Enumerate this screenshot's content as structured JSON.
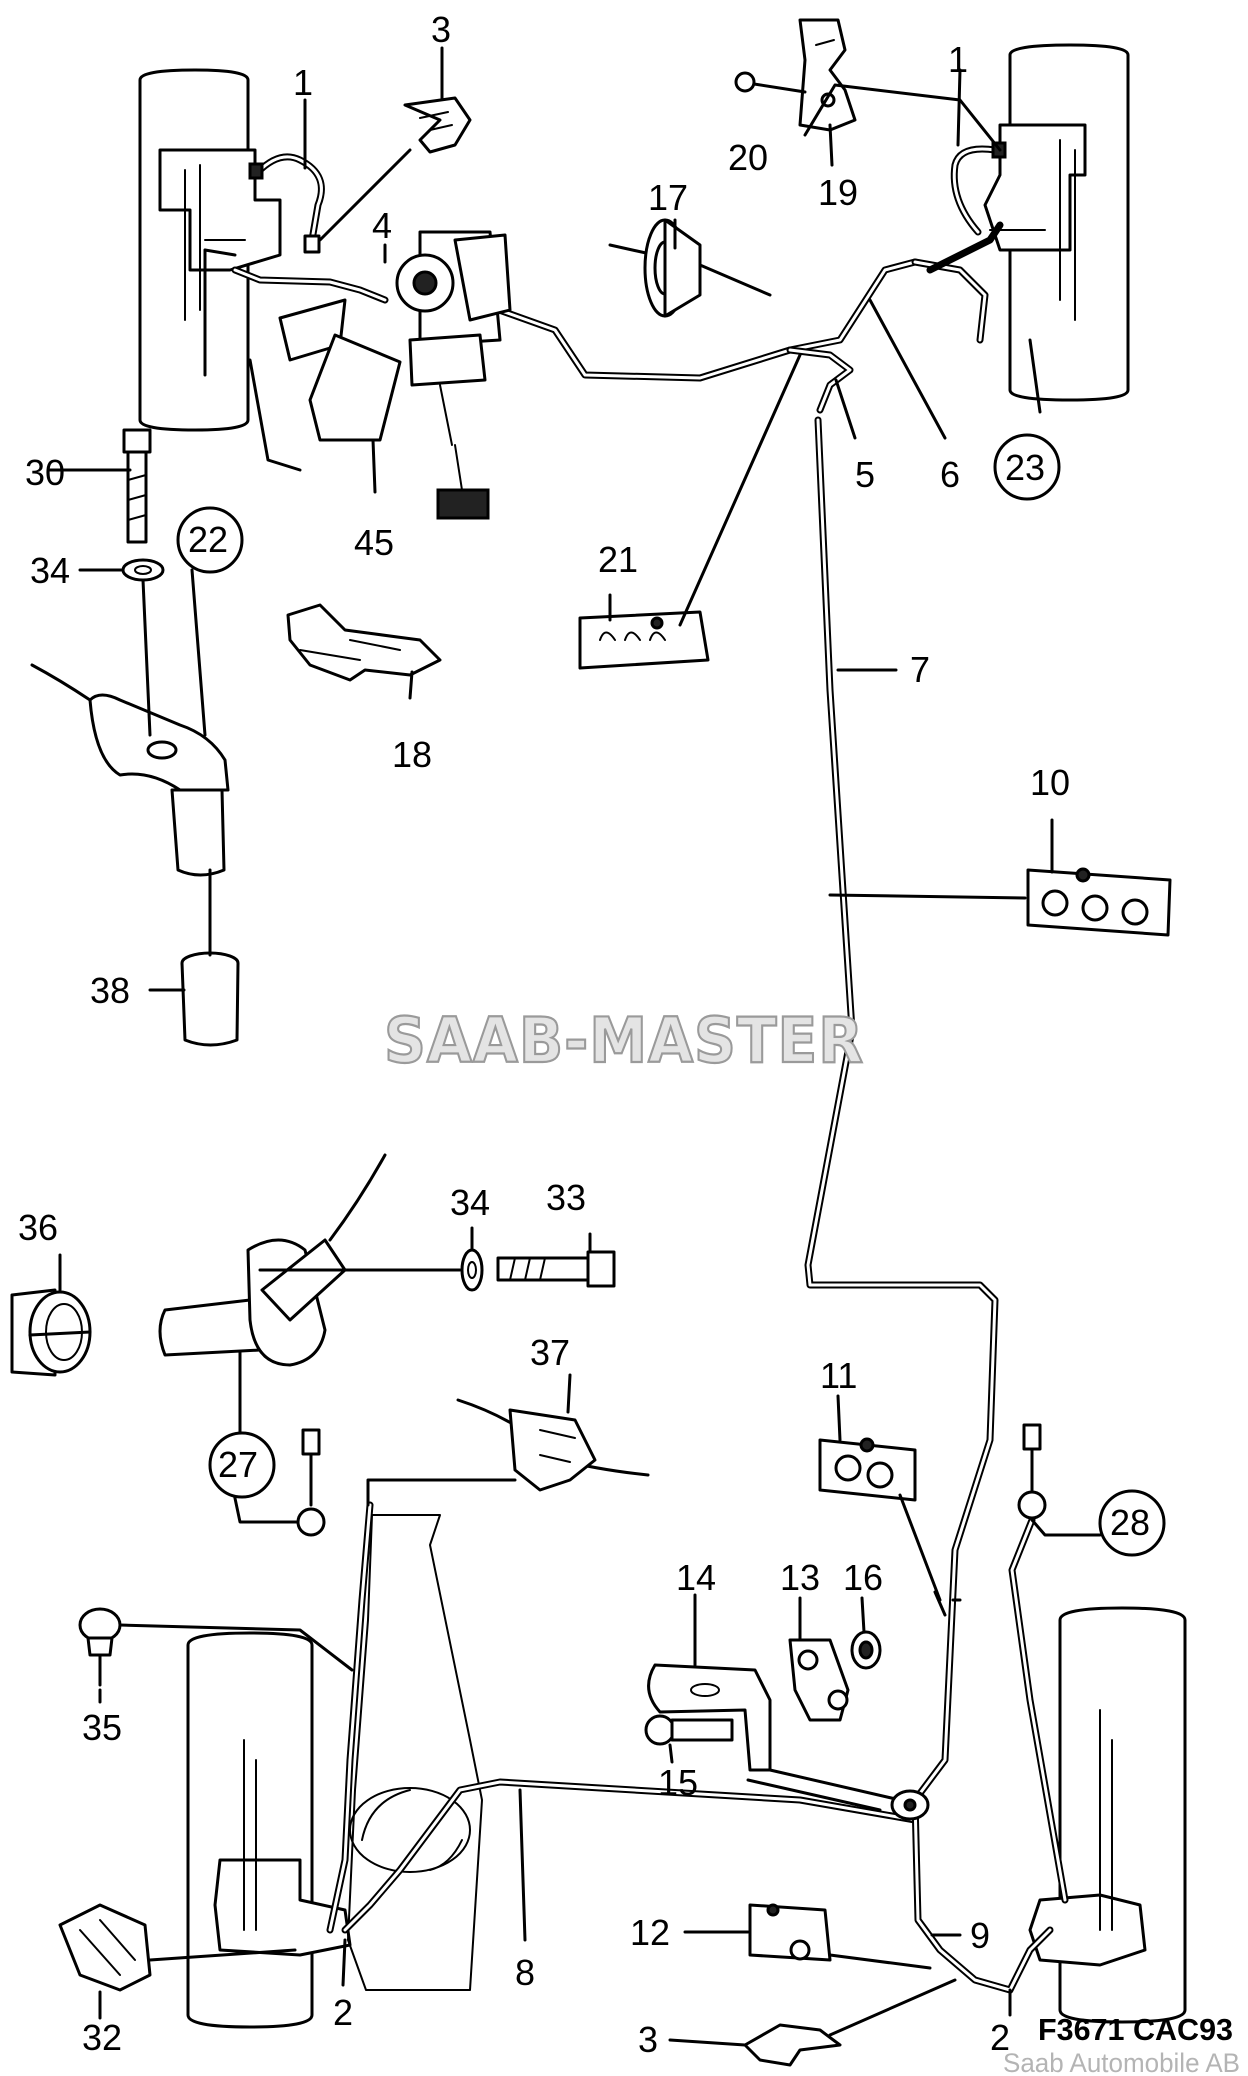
{
  "labels": {
    "p1_left": "1",
    "p1_right": "1",
    "p2_left": "2",
    "p2_right": "2",
    "p3_top": "3",
    "p3_bottom": "3",
    "p4": "4",
    "p5": "5",
    "p6": "6",
    "p7": "7",
    "p8": "8",
    "p9": "9",
    "p10": "10",
    "p11": "11",
    "p12": "12",
    "p13": "13",
    "p14": "14",
    "p15": "15",
    "p16": "16",
    "p17": "17",
    "p18": "18",
    "p19": "19",
    "p20": "20",
    "p21": "21",
    "p22": "22",
    "p23": "23",
    "p27": "27",
    "p28": "28",
    "p30": "30",
    "p32": "32",
    "p33": "33",
    "p34_top": "34",
    "p34_mid": "34",
    "p35": "35",
    "p36": "36",
    "p37": "37",
    "p38": "38",
    "p45": "45"
  },
  "figure_code": "F3671  CAC93",
  "watermark": "SAAB-MASTER",
  "copyright": "Saab Automobile AB"
}
